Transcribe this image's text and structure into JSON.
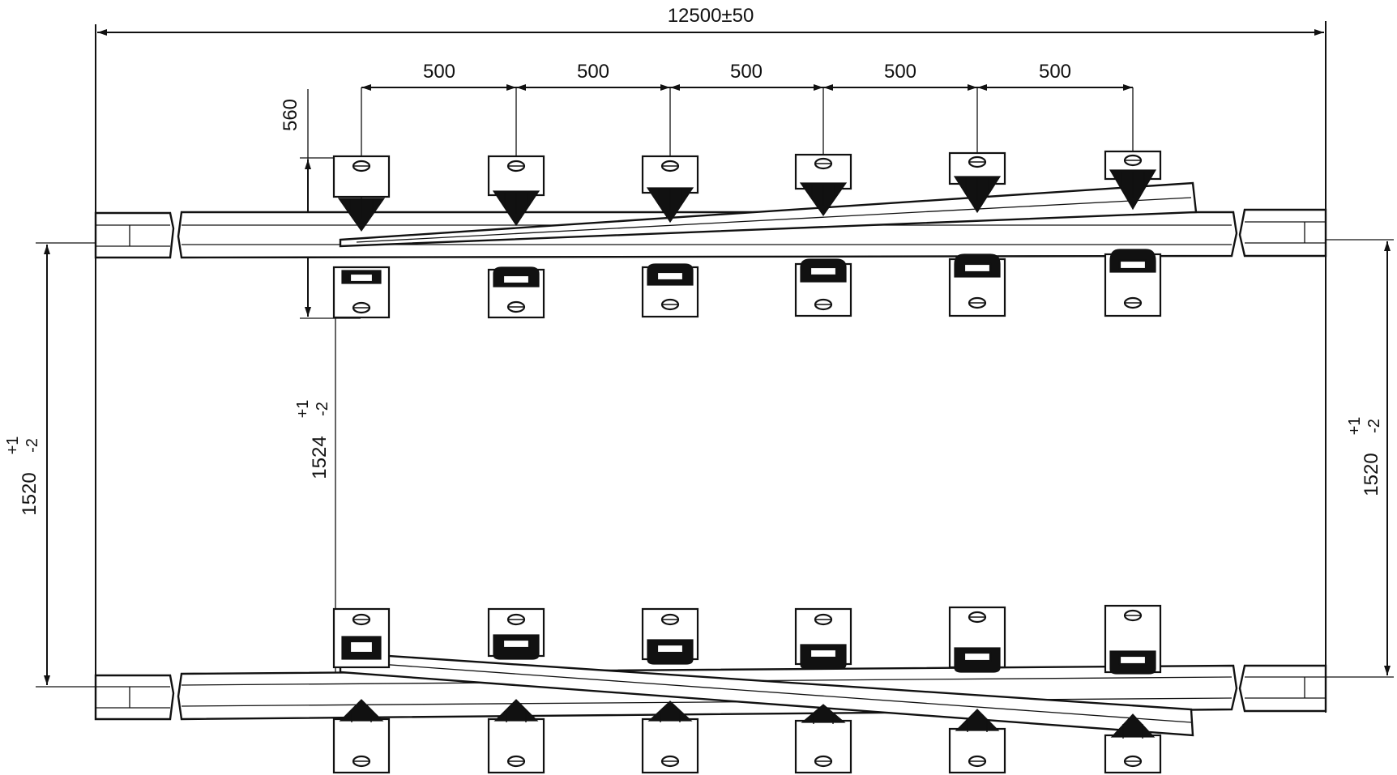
{
  "dimensions": {
    "overall_length": "12500±50",
    "sleeper_spacing": "500",
    "block_width": "560",
    "gauge_left": {
      "base": "1520",
      "upper": "+1",
      "lower": "-2"
    },
    "gauge_right": {
      "base": "1520",
      "upper": "+1",
      "lower": "-2"
    },
    "gauge_inner": {
      "base": "1524",
      "upper": "+1",
      "lower": "-2"
    }
  }
}
